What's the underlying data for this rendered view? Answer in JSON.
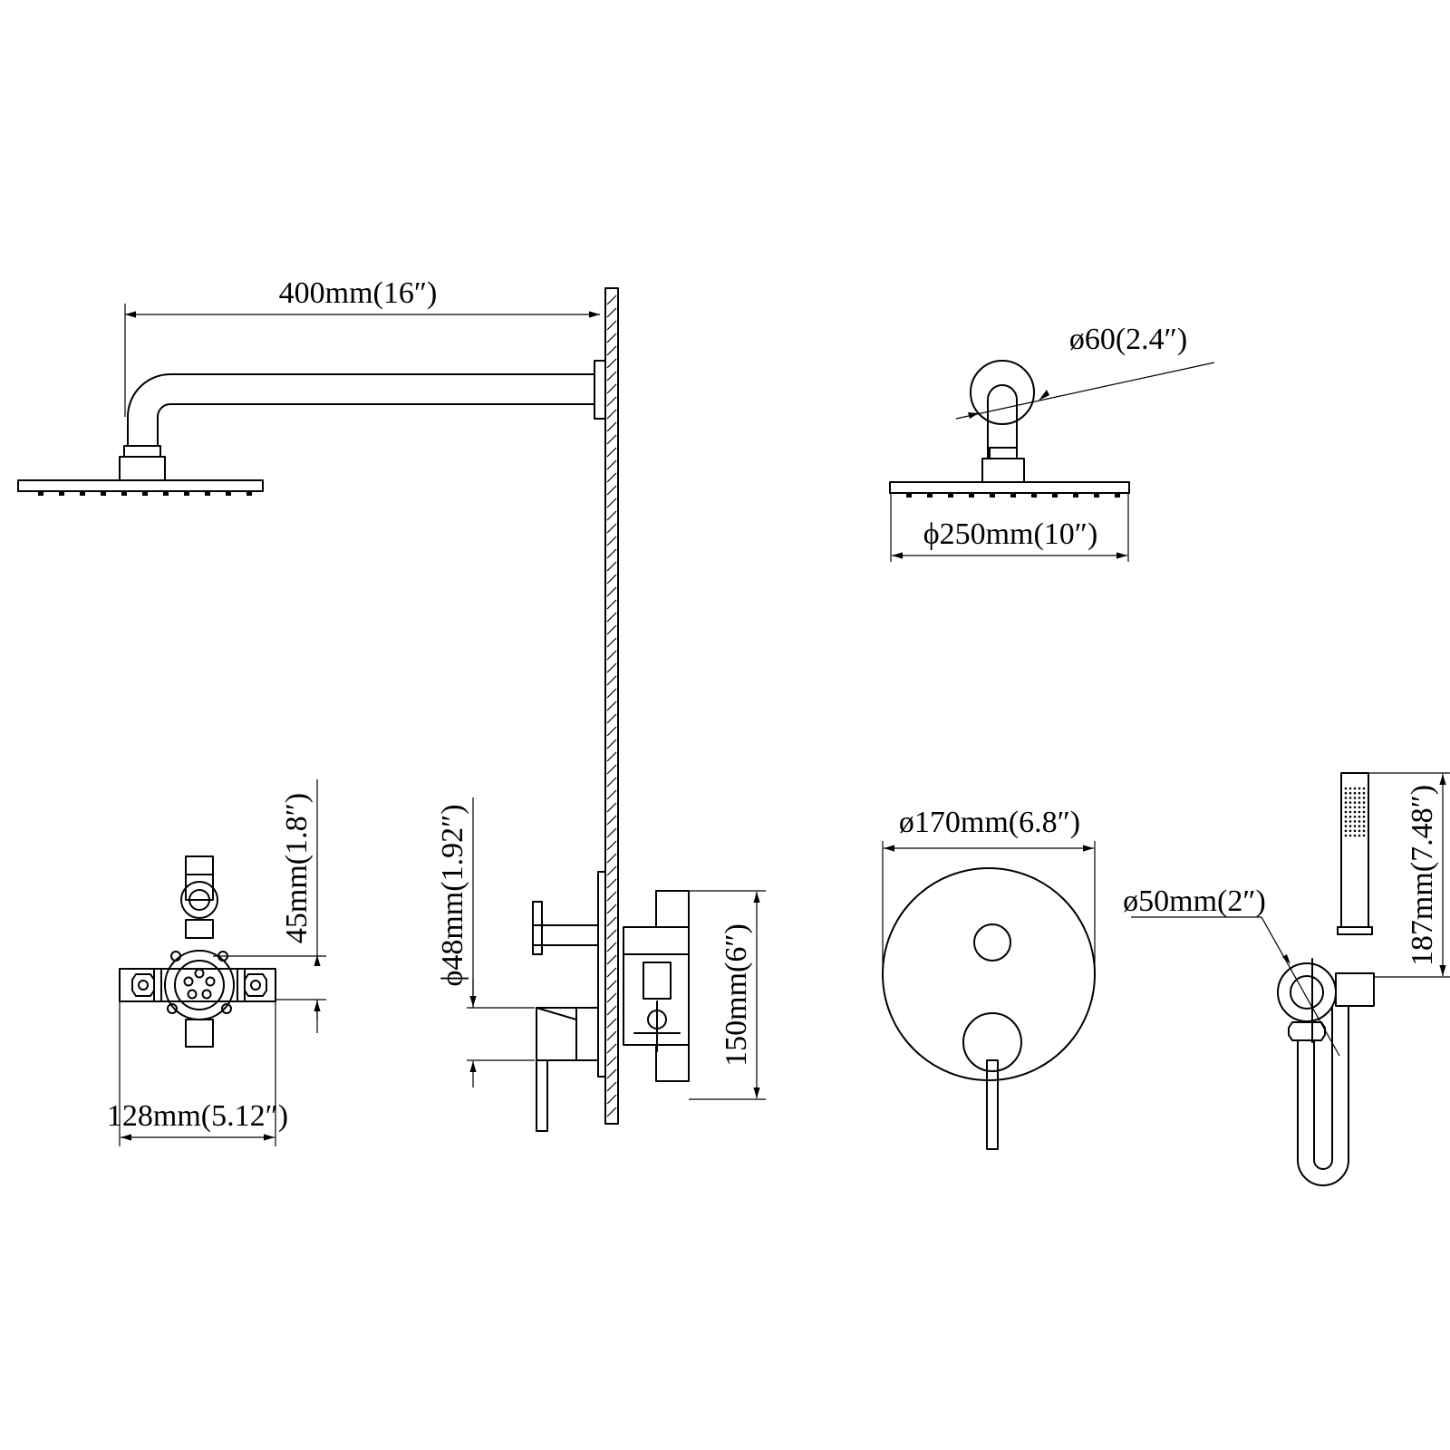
{
  "dimensions": {
    "arm_length": "400mm(16″)",
    "flange_diameter": "ø60(2.4″)",
    "head_diameter": "ϕ250mm(10″)",
    "valve_depth": "45mm(1.8″)",
    "valve_width": "128mm(5.12″)",
    "handle_diameter": "ϕ48mm(1.92″)",
    "valve_height": "150mm(6″)",
    "plate_diameter": "ø170mm(6.8″)",
    "holder_diameter": "ø50mm(2″)",
    "handshower_length": "187mm(7.48″)"
  },
  "colors": {
    "line": "#000000",
    "background": "#ffffff"
  }
}
